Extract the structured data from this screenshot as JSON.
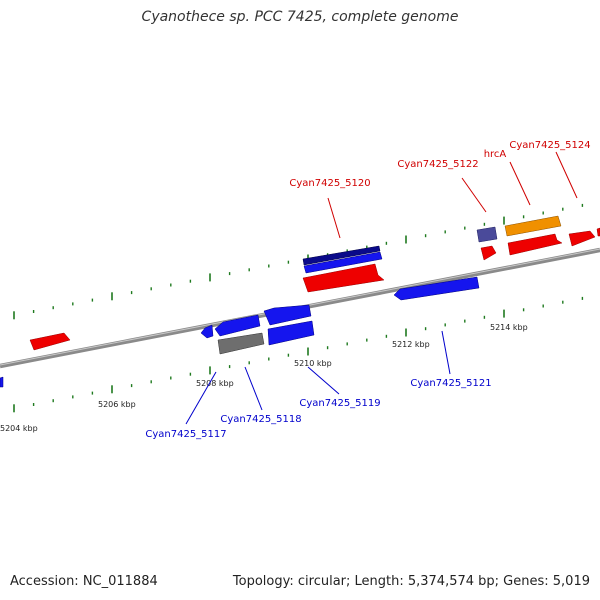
{
  "title": "Cyanothece sp. PCC 7425, complete genome",
  "footer": {
    "accession": "Accession: NC_011884",
    "info": "Topology: circular; Length: 5,374,574 bp; Genes: 5,019"
  },
  "colors": {
    "backbone": "#8a8a8a",
    "tick": "#1f7a1f",
    "label_forward": "#d00000",
    "label_reverse": "#0000cc",
    "gene_red": "#ee0000",
    "gene_blue": "#1515ee",
    "gene_navy": "#0a0a8a",
    "gene_gray": "#6e6e6e",
    "gene_orange": "#f09000",
    "gene_slate": "#4a4a9a"
  },
  "kbp_labels": [
    "5204 kbp",
    "5206 kbp",
    "5208 kbp",
    "5210 kbp",
    "5212 kbp",
    "5214 kbp"
  ],
  "gene_labels": {
    "forward": [
      "Cyan7425_5120",
      "Cyan7425_5122",
      "hrcA",
      "Cyan7425_5124"
    ],
    "reverse": [
      "Cyan7425_5117",
      "Cyan7425_5118",
      "Cyan7425_5119",
      "Cyan7425_5121"
    ]
  }
}
